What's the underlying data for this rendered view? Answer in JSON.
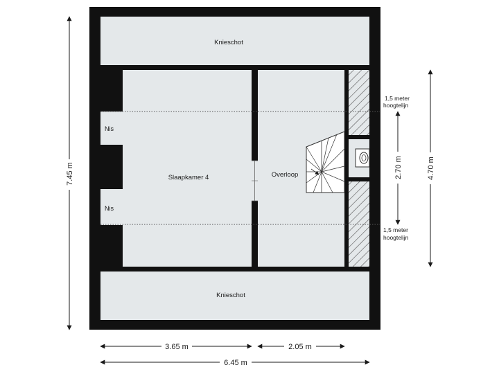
{
  "rooms": {
    "knieschot_top": "Knieschot",
    "knieschot_bottom": "Knieschot",
    "slaapkamer": "Slaapkamer 4",
    "overloop": "Overloop",
    "nis_top": "Nis",
    "nis_bottom": "Nis"
  },
  "dimensions": {
    "left_height": "7.45 m",
    "right_height": "4.70 m",
    "inner_height": "2.70 m",
    "width_left": "3.65 m",
    "width_right": "2.05 m",
    "width_total": "6.45 m"
  },
  "notes": {
    "height_line_top_1": "1,5 meter",
    "height_line_top_2": "hoogtelijn",
    "height_line_bottom_1": "1,5 meter",
    "height_line_bottom_2": "hoogtelijn"
  },
  "colors": {
    "wall": "#111111",
    "floor": "#e4e8ea",
    "dimension": "#1a1a1a"
  },
  "icons": [
    "stairs-icon",
    "toilet-icon"
  ]
}
